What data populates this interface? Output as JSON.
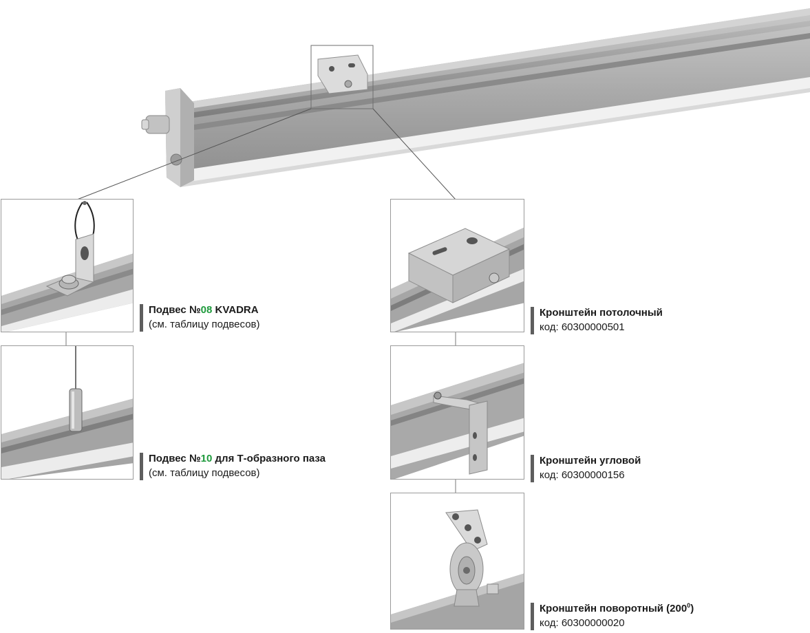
{
  "items": [
    {
      "title_a": "Подвес №",
      "title_num": "08",
      "title_b": " KVADRA",
      "sub": "(см. таблицу подвесов)"
    },
    {
      "title_a": "Подвес №",
      "title_num": "10",
      "title_b": " для Т-образного паза",
      "sub": " (см. таблицу подвесов)"
    },
    {
      "title": "Кронштейн потолочный",
      "code": "код: 60300000501"
    },
    {
      "title": "Кронштейн угловой",
      "code": "код: 60300000156"
    },
    {
      "title_a": "Кронштейн поворотный (200",
      "title_sup": "0",
      "title_b": ")",
      "code": "код: 60300000020"
    }
  ],
  "colors": {
    "accent_number": "#1e9a3c",
    "label_bar": "#5e5e5e",
    "frame": "#9a9a9a"
  }
}
